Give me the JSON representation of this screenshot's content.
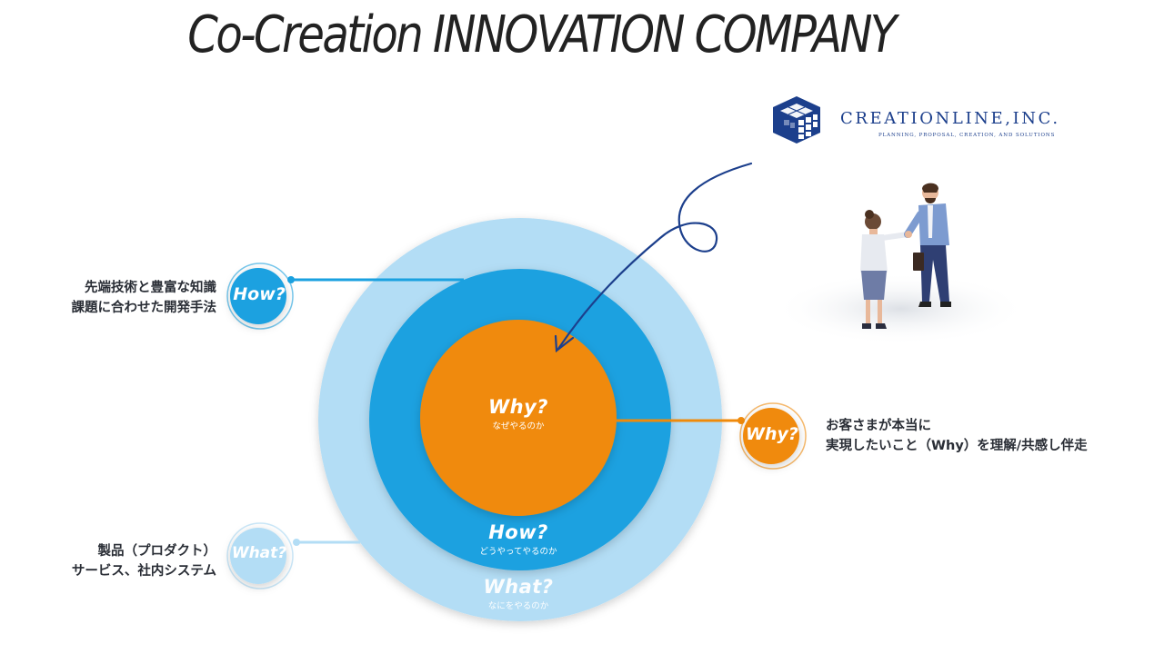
{
  "title": "Co-Creation INNOVATION COMPANY",
  "logo": {
    "name": "CREATIONLINE,INC.",
    "tagline": "PLANNING, PROPOSAL, CREATION, AND SOLUTIONS"
  },
  "circles": {
    "why": {
      "label": "Why?",
      "sub": "なぜやるのか"
    },
    "how": {
      "label": "How?",
      "sub": "どうやってやるのか"
    },
    "what": {
      "label": "What?",
      "sub": "なにをやるのか"
    }
  },
  "badges": {
    "how": "How?",
    "why": "Why?",
    "what": "What?"
  },
  "descriptions": {
    "how": [
      "先端技術と豊富な知識",
      "課題に合わせた開発手法"
    ],
    "why": [
      "お客さまが本当に",
      "実現したいこと（Why）を理解/共感し伴走"
    ],
    "what": [
      "製品（プロダクト）",
      "サービス、社内システム"
    ]
  },
  "colors": {
    "orange": "#f08a0a",
    "blue": "#1aa1e0",
    "light_blue": "#aedcf4",
    "navy": "#1c3f8c"
  }
}
